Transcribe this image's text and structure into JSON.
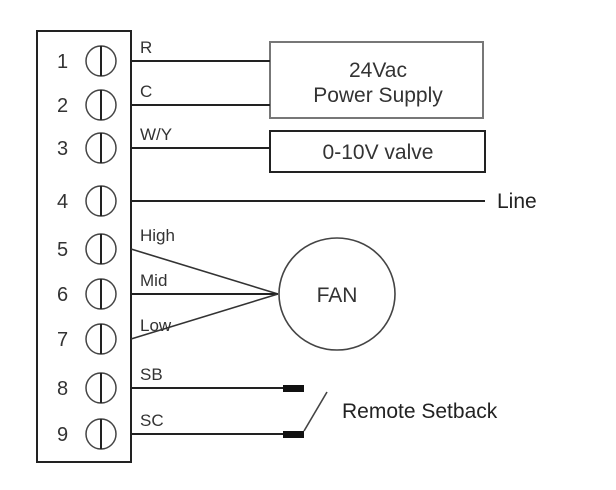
{
  "terminals": [
    {
      "number": "1",
      "wire": "R"
    },
    {
      "number": "2",
      "wire": "C"
    },
    {
      "number": "3",
      "wire": "W/Y"
    },
    {
      "number": "4",
      "wire": ""
    },
    {
      "number": "5",
      "wire": "High"
    },
    {
      "number": "6",
      "wire": "Mid"
    },
    {
      "number": "7",
      "wire": "Low"
    },
    {
      "number": "8",
      "wire": "SB"
    },
    {
      "number": "9",
      "wire": "SC"
    }
  ],
  "power_supply": {
    "line1": "24Vac",
    "line2": "Power Supply"
  },
  "valve": {
    "label": "0-10V valve"
  },
  "line": {
    "label": "Line"
  },
  "fan": {
    "label": "FAN"
  },
  "setback": {
    "label": "Remote Setback"
  }
}
